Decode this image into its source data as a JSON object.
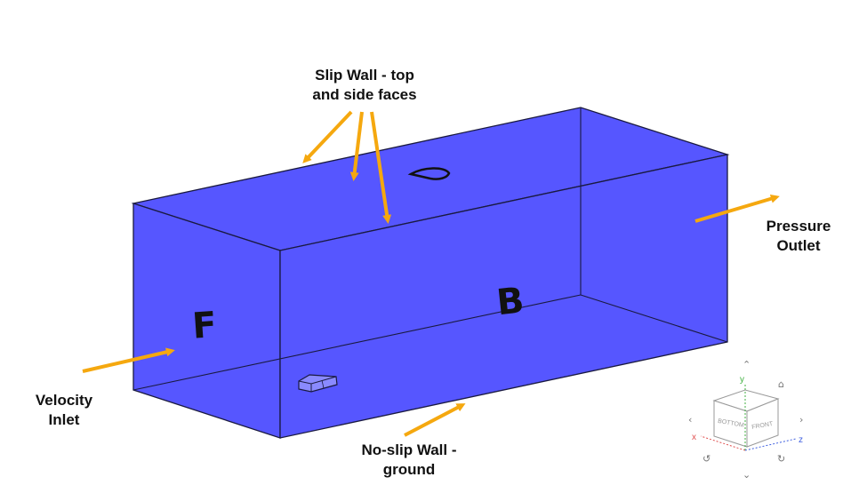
{
  "labels": {
    "slip_wall": [
      "Slip Wall - top",
      "and side faces"
    ],
    "pressure_outlet": [
      "Pressure",
      "Outlet"
    ],
    "velocity_inlet": [
      "Velocity",
      "Inlet"
    ],
    "no_slip_wall": [
      "No-slip Wall -",
      "ground"
    ]
  },
  "face_letters": {
    "front": "F",
    "back": "B"
  },
  "view_cube": {
    "faces": {
      "bottom": "BOTTOM",
      "front": "FRONT"
    },
    "axes": {
      "x": "x",
      "y": "y",
      "z": "z"
    },
    "icons": [
      "home-icon",
      "rotate-left-icon",
      "rotate-right-icon",
      "chevron-up-icon",
      "chevron-down-icon",
      "chevron-left-icon",
      "chevron-right-icon"
    ]
  },
  "colors": {
    "domain_fill": "#5656ff",
    "domain_edge": "#1a1a40",
    "arrow": "#f5a80f",
    "axis_x": "#e05050",
    "axis_y": "#40b040",
    "axis_z": "#4060e0"
  }
}
